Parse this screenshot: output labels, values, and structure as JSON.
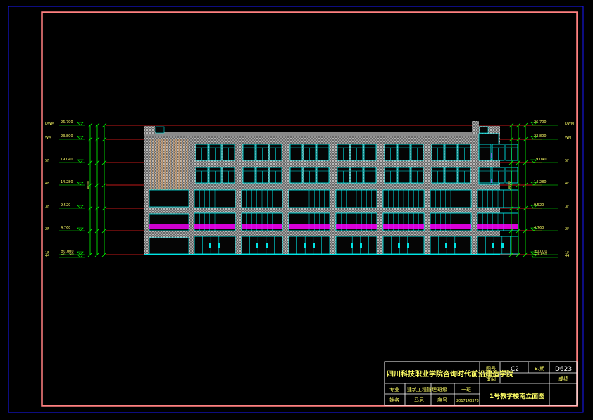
{
  "levels": [
    {
      "name": "DWM",
      "elev": "26.700"
    },
    {
      "name": "WM",
      "elev": "23.800"
    },
    {
      "name": "5F",
      "elev": "19.040"
    },
    {
      "name": "4F",
      "elev": "14.280"
    },
    {
      "name": "3F",
      "elev": "9.520"
    },
    {
      "name": "2F",
      "elev": "4.760"
    },
    {
      "name": "1F",
      "elev": "±0.000"
    },
    {
      "name": "44",
      "elev": "−0.150"
    }
  ],
  "dim_mid_label": "3600",
  "title_block": {
    "school": "四川科技职业学院咨询时代前沿建造学院",
    "tuhao_label": "图号",
    "tuhao_value": "C2",
    "b_label": "B.期",
    "b_value": "D623",
    "shenyue_label": "审阅",
    "chengji_label": "成绩",
    "major_label": "专业",
    "major_value": "建筑工程管理",
    "grade_label": "班级",
    "grade_value": "一班",
    "name_label": "姓名",
    "name_value": "马尼",
    "seq_label": "序号",
    "seq_value": "2017143373",
    "drawing_title": "1号教学楼南立面图"
  },
  "colors": {
    "page_frame": "#ff8080",
    "outer_frame": "#1a1aff",
    "dim_line": "#00ff00",
    "level_line": "#ff2020",
    "glass": "#00e5e5",
    "rail": "#ff00ff",
    "wall": "#a8a8a8",
    "text": "#ffff66"
  }
}
